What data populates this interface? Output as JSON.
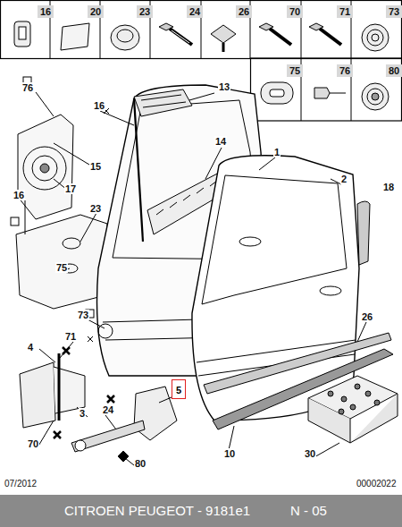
{
  "diagram": {
    "nodes": [
      {
        "text": [
          "5"
        ]
      },
      {
        "text": [
          "CITROEN PEUGEOT - 9181e1",
          "N - 05"
        ]
      }
    ],
    "labels": [
      "16",
      "20",
      "23",
      "24",
      "26",
      "70",
      "71",
      "73",
      "75",
      "76",
      "80",
      "13",
      "76",
      "16",
      "14",
      "1",
      "2",
      "15",
      "18",
      "16",
      "17",
      "23",
      "75",
      "73",
      "26",
      "4",
      "71",
      "24",
      "3",
      "70",
      "80",
      "10",
      "30",
      "07/2012",
      "00002022"
    ]
  }
}
